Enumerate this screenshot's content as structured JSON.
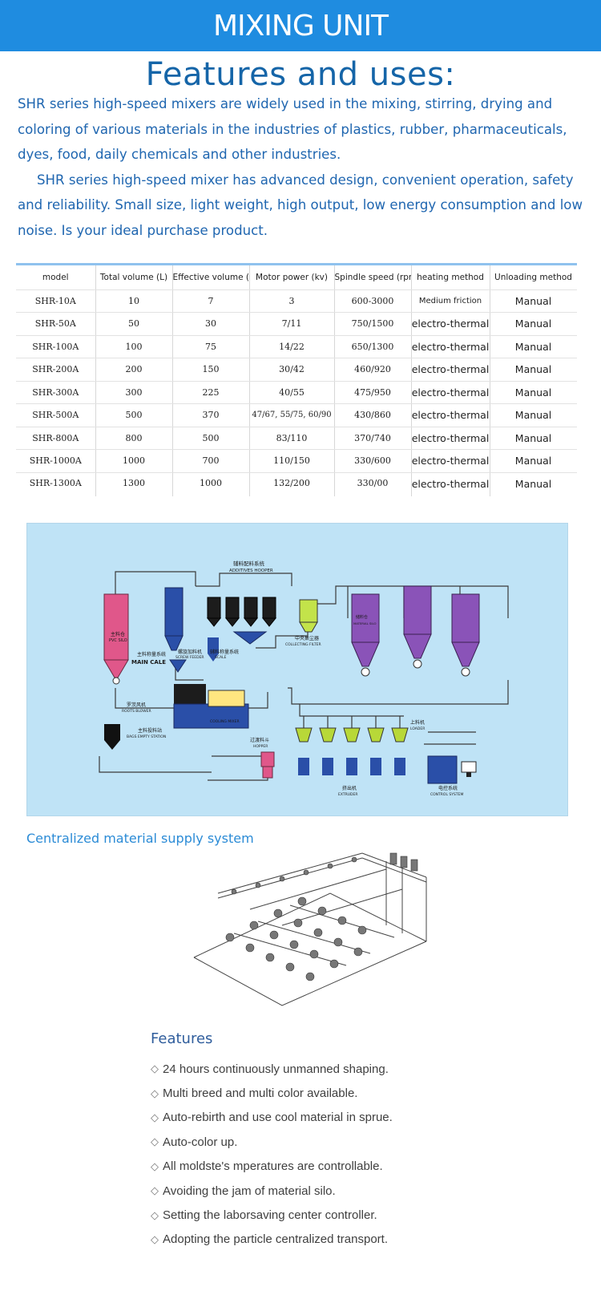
{
  "banner": {
    "title": "MIXING UNIT"
  },
  "intro": {
    "heading": "Features and uses:",
    "paragraph1": "SHR series high-speed mixers are widely used in the mixing, stirring, drying and coloring of various materials in the industries of plastics, rubber, pharmaceuticals, dyes, food, daily chemicals and other industries.",
    "paragraph2": "SHR series high-speed mixer has advanced design, convenient operation, safety and reliability. Small size, light weight, high output, low energy consumption and low noise. Is your ideal purchase product."
  },
  "spec_table": {
    "headers": [
      "model",
      "Total volume (L)",
      "Effective volume (L)",
      "Motor power (kv)",
      "Spindle speed (rpn)",
      "heating method",
      "Unloading method"
    ],
    "rows": [
      [
        "SHR-10A",
        "10",
        "7",
        "3",
        "600-3000",
        "Medium friction",
        "Manual"
      ],
      [
        "SHR-50A",
        "50",
        "30",
        "7/11",
        "750/1500",
        "electro-thermal",
        "Manual"
      ],
      [
        "SHR-100A",
        "100",
        "75",
        "14/22",
        "650/1300",
        "electro-thermal",
        "Manual"
      ],
      [
        "SHR-200A",
        "200",
        "150",
        "30/42",
        "460/920",
        "electro-thermal",
        "Manual"
      ],
      [
        "SHR-300A",
        "300",
        "225",
        "40/55",
        "475/950",
        "electro-thermal",
        "Manual"
      ],
      [
        "SHR-500A",
        "500",
        "370",
        "47/67, 55/75, 60/90",
        "430/860",
        "electro-thermal",
        "Manual"
      ],
      [
        "SHR-800A",
        "800",
        "500",
        "83/110",
        "370/740",
        "electro-thermal",
        "Manual"
      ],
      [
        "SHR-1000A",
        "1000",
        "700",
        "110/150",
        "330/600",
        "electro-thermal",
        "Manual"
      ],
      [
        "SHR-1300A",
        "1300",
        "1000",
        "132/200",
        "330/00",
        "electro-thermal",
        "Manual"
      ]
    ]
  },
  "diagram": {
    "labels": {
      "additives_cn": "辅料配料系统",
      "additives_en": "ADDITIVES HOOPER",
      "pvc_silo_cn": "主料仓",
      "pvc_silo_en": "PVC SILO",
      "main_cale_cn": "主料称量系统",
      "main_cale_en": "MAIN CALE",
      "screw_feeder_cn": "螺旋加料机",
      "screw_feeder_en": "SCREW FEEDER",
      "scale_cn": "辅料称量系统",
      "scale_en": "SCALE",
      "filter_cn": "中央集尘器",
      "filter_en": "COLLECTING FILTER",
      "material_silo_cn": "储料仓",
      "material_silo_en": "MATERIAL SILO",
      "roots_blower_cn": "罗茨风机",
      "roots_blower_en": "ROOTS BLOWER",
      "bags_station_cn": "主料投料站",
      "bags_station_en": "BAGS EMPTY STATION",
      "hopper_cn": "过渡料斗",
      "hopper_en": "HOPPER",
      "cooling_mixer_en": "COOLING MIXER",
      "loader_cn": "上料机",
      "loader_en": "LOADER",
      "extruder_cn": "挤出机",
      "extruder_en": "EXTRUDER",
      "control_cn": "电控系统",
      "control_en": "CONTROL SYSTEM"
    }
  },
  "caption": "Centralized material supply system",
  "features": {
    "title": "Features",
    "items": [
      "24 hours continuously unmanned shaping.",
      "Multi breed and multi color available.",
      "Auto-rebirth and use cool material in sprue.",
      "Auto-color up.",
      "All moldste's mperatures are controllable.",
      "Avoiding the jam of material silo.",
      "Setting the laborsaving center controller.",
      "Adopting the particle centralized transport."
    ]
  },
  "colors": {
    "banner": "#1f8ce0",
    "heading": "#1565a8",
    "diagram_bg": "#bfe3f6",
    "pvc_silo": "#e0578a",
    "material_silo": "#8a53b8",
    "extruder_hopper": "#b8d838"
  }
}
